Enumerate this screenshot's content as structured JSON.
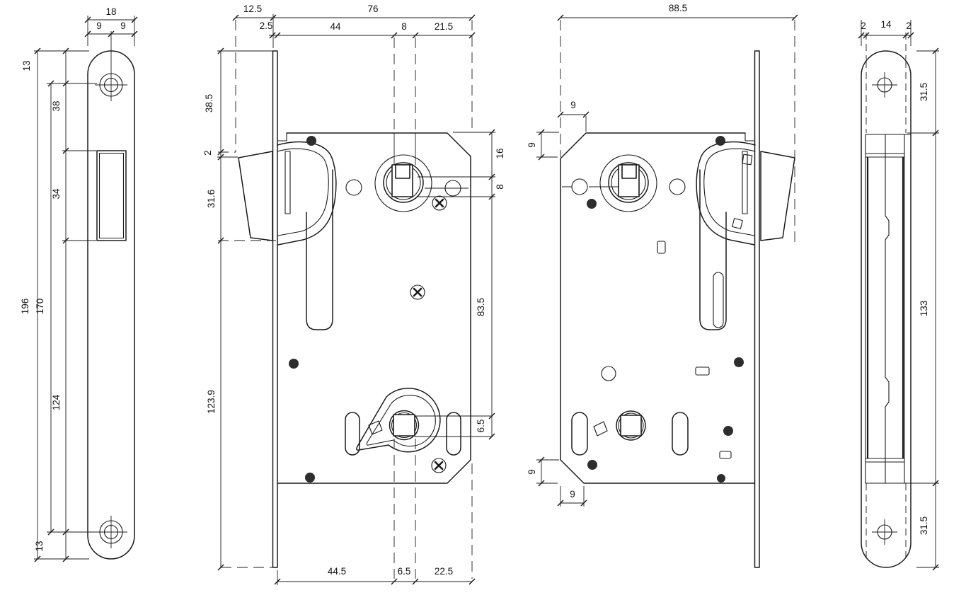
{
  "drawing": {
    "type": "technical-orthographic-views",
    "subject": "mortise magnetic door lock",
    "line_color": "#1b1b1b",
    "background": "#ffffff"
  },
  "views": {
    "strike_plate_front": {
      "name": "strike plate front view",
      "dims": {
        "overall_width": "18",
        "hole_offset_left": "9",
        "hole_offset_right": "9",
        "top_to_hole": "13",
        "hole_to_window": "38",
        "window_height": "34",
        "window_to_bottom_hole": "124",
        "bottom_hole_to_edge": "13",
        "overall_height": "196",
        "hole_centers": "170"
      }
    },
    "lock_case_right": {
      "name": "lock case right side view",
      "dims": {
        "latch_projection": "12.5",
        "case_depth": "76",
        "faceplate_thickness": "2.5",
        "backset": "44",
        "spindle_width": "8",
        "rear_depth": "21.5",
        "top_to_case": "38.5",
        "latch_clearance": "2",
        "latch_height": "31.6",
        "case_extent": "123.9",
        "corner_chamfer": "16",
        "follower_drop": "8",
        "follower_to_cam": "83.5",
        "cam_offset": "6.5",
        "backset_bottom": "44.5",
        "spindle_bottom": "6.5",
        "rear_bottom": "22.5"
      }
    },
    "lock_case_left": {
      "name": "lock case left side view",
      "dims": {
        "overall_depth": "88.5",
        "chamfer_top_width": "9",
        "chamfer_top_height": "9",
        "chamfer_bottom_height": "9",
        "chamfer_bottom_width": "9"
      }
    },
    "faceplate_edge": {
      "name": "faceplate edge view",
      "dims": {
        "flange_left": "2",
        "core_width": "14",
        "flange_right": "2",
        "top_section": "31.5",
        "case_section": "133",
        "bottom_section": "31.5"
      }
    }
  }
}
